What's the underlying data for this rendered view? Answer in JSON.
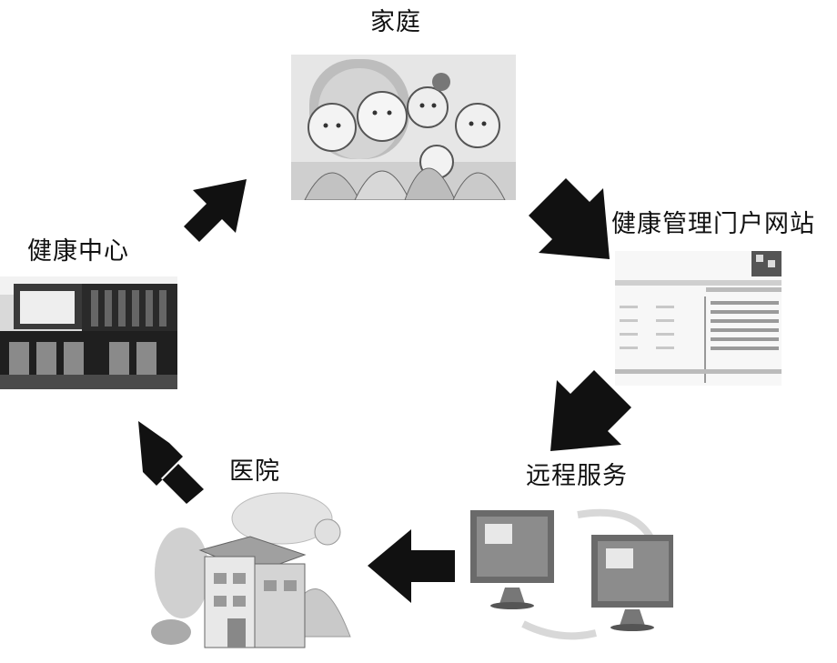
{
  "diagram": {
    "nodes": [
      {
        "id": "home",
        "label": "家庭"
      },
      {
        "id": "portal",
        "label": "健康管理门户网站"
      },
      {
        "id": "remote",
        "label": "远程服务"
      },
      {
        "id": "hospital",
        "label": "医院"
      },
      {
        "id": "center",
        "label": "健康中心"
      }
    ],
    "flow": [
      "home",
      "portal",
      "remote",
      "hospital",
      "center",
      "home"
    ],
    "colors": {
      "arrow": "#111111",
      "image_tone": "#9a9a9a"
    }
  }
}
